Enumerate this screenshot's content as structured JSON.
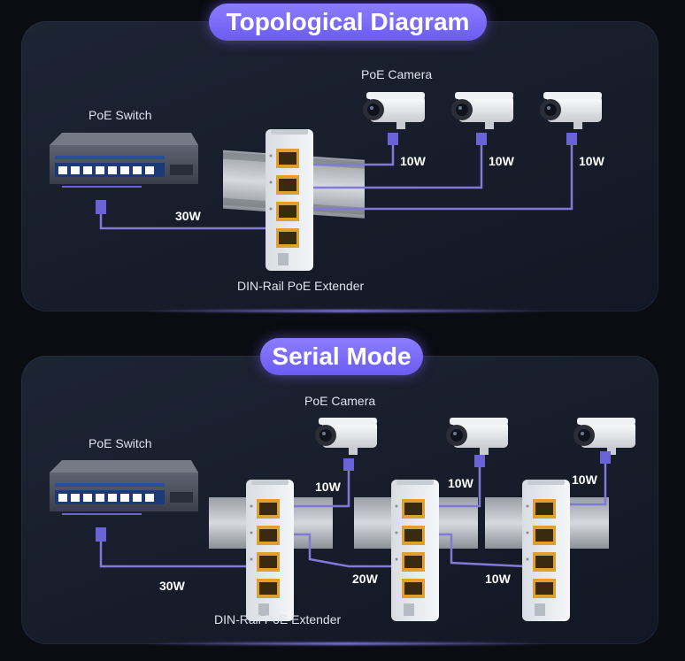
{
  "top": {
    "title": "Topological Diagram",
    "switch_label": "PoE Switch",
    "camera_label": "PoE Camera",
    "extender_label": "DIN-Rail PoE Extender",
    "input_power": "30W",
    "camera_powers": [
      "10W",
      "10W",
      "10W"
    ]
  },
  "bottom": {
    "title": "Serial Mode",
    "switch_label": "PoE Switch",
    "camera_label": "PoE Camera",
    "extender_label": "DIN-Rail PoE Extender",
    "input_power": "30W",
    "link_powers": [
      "20W",
      "10W"
    ],
    "camera_powers": [
      "10W",
      "10W",
      "10W"
    ]
  },
  "colors": {
    "accent": "#7b6cff",
    "cable": "#7f7ad8",
    "port": "#e0a030"
  }
}
